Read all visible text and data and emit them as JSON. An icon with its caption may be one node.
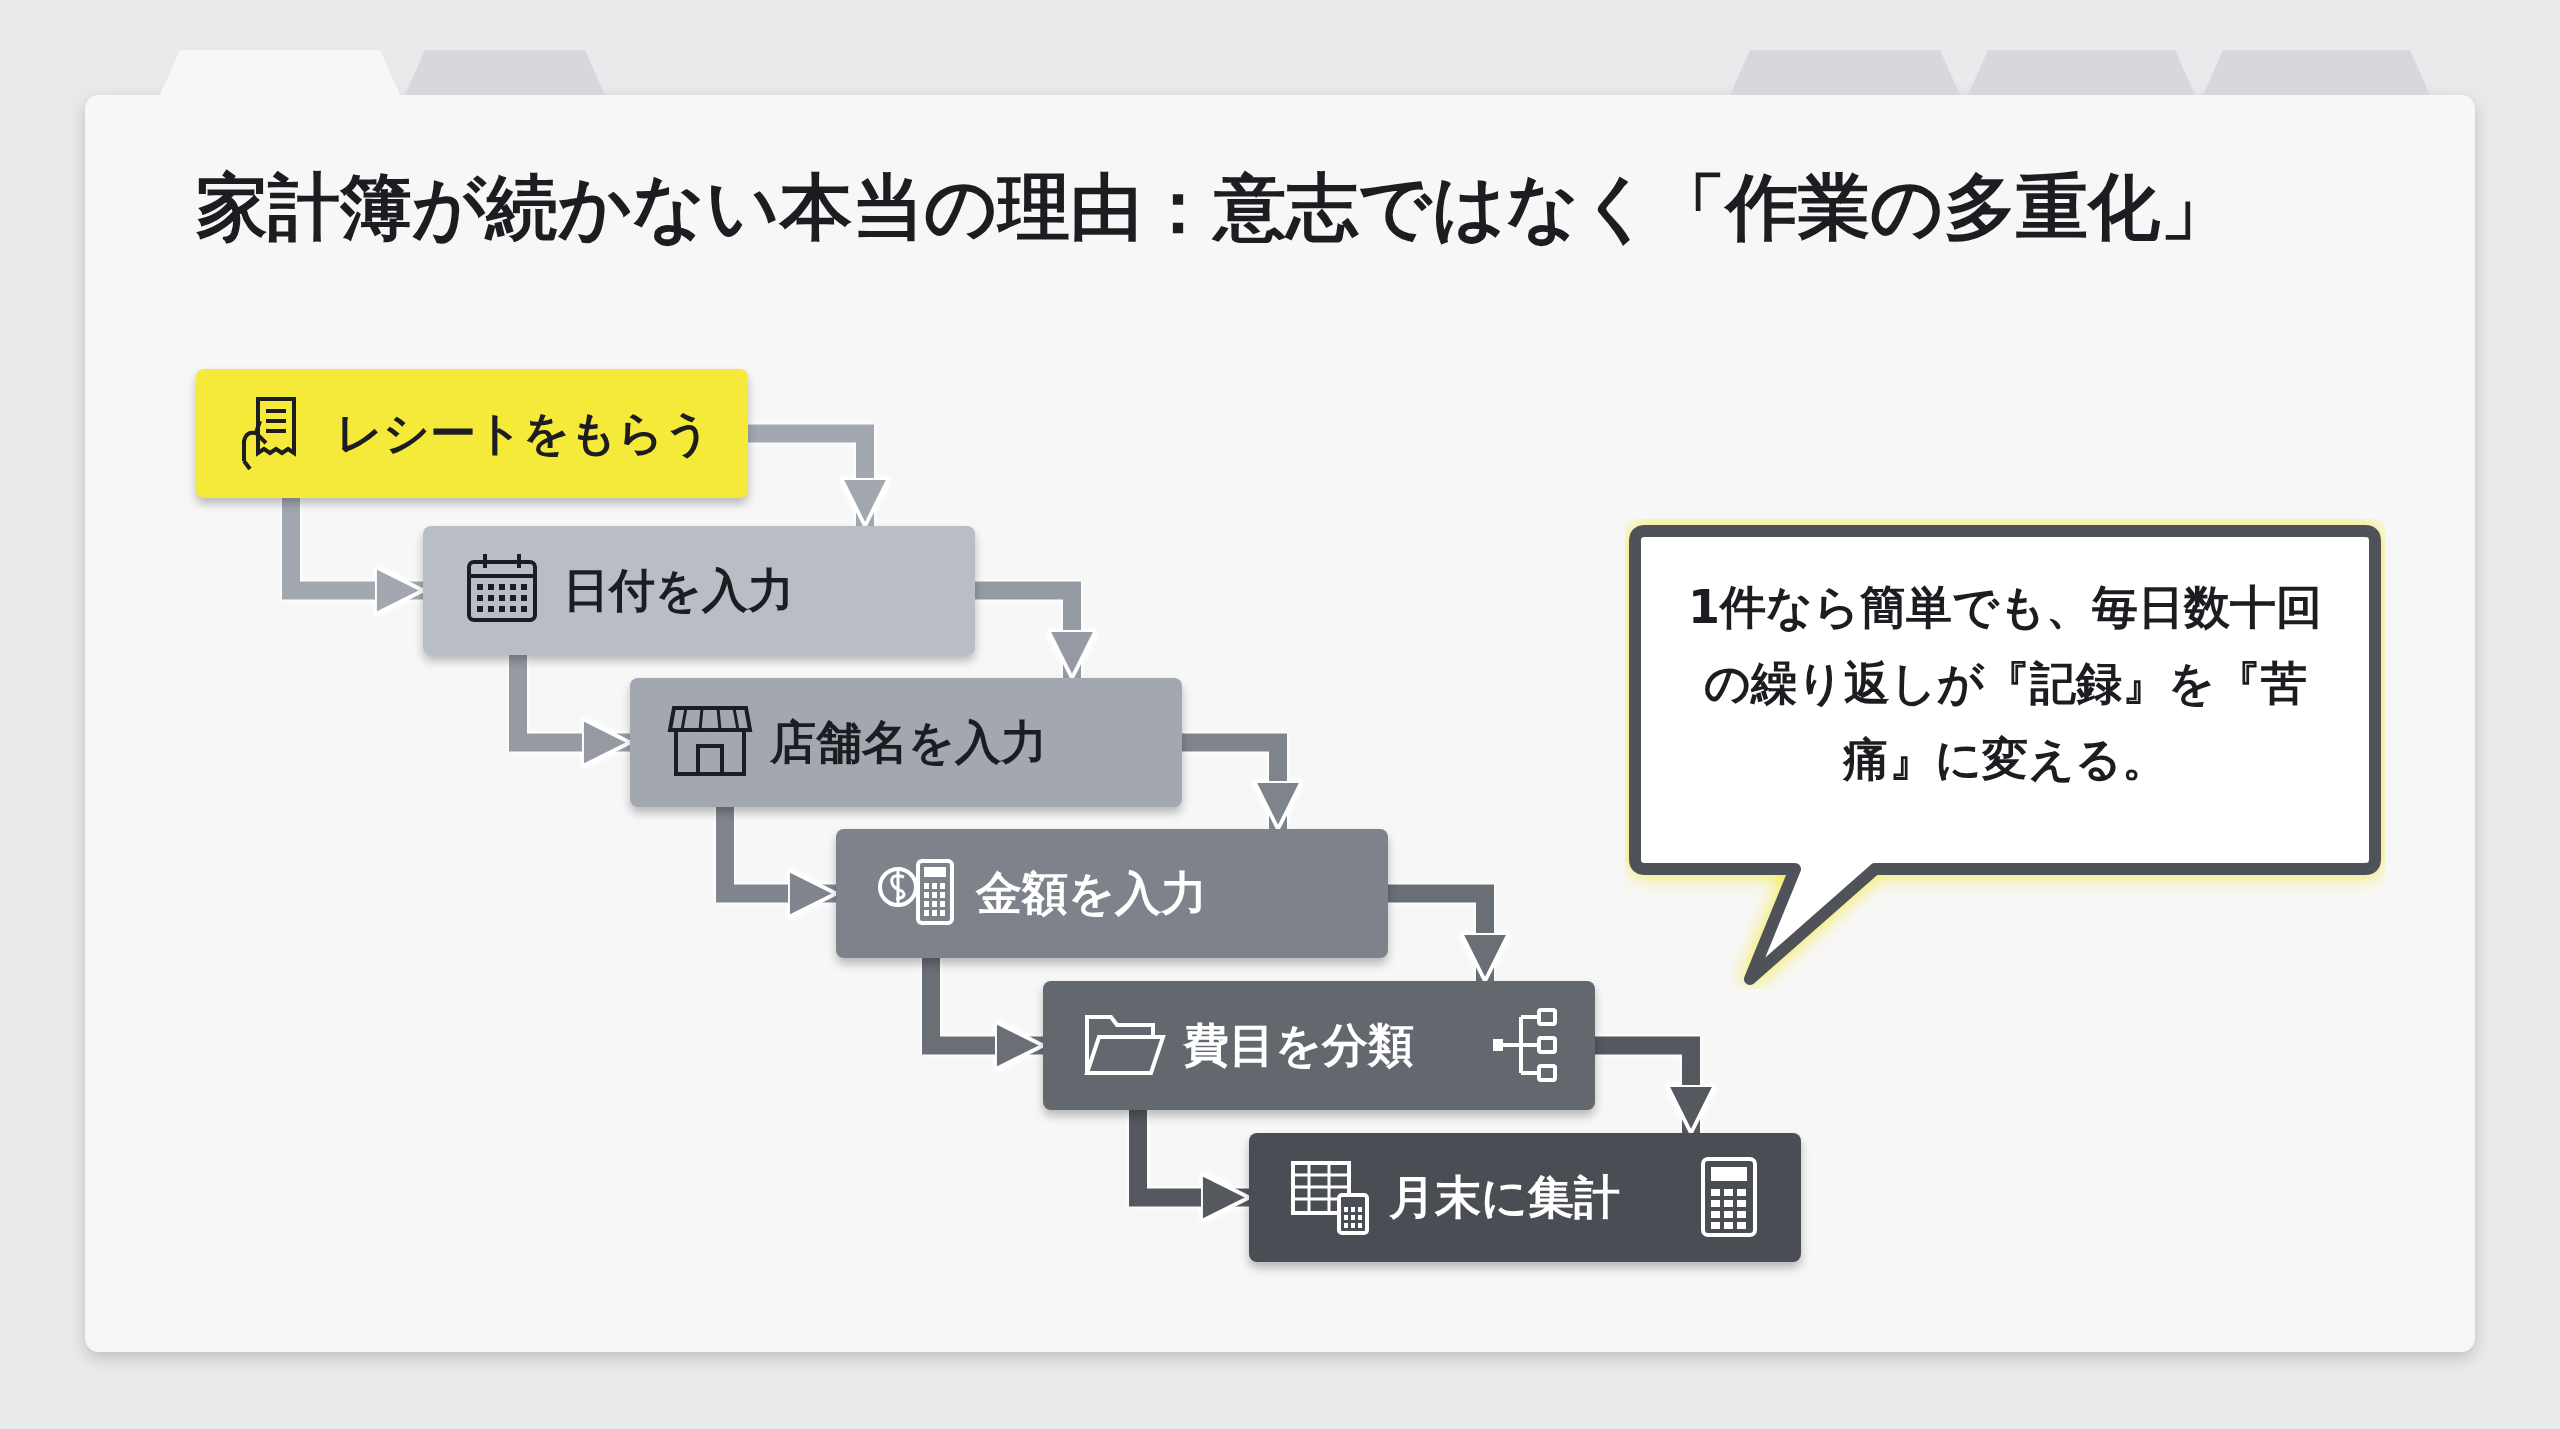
{
  "diagram": {
    "title": "家計簿が続かない本当の理由：意志ではなく「作業の多重化」",
    "nodes": [
      {
        "text": [
          "レシートをもらう"
        ]
      },
      {
        "text": [
          "日付を入力"
        ]
      },
      {
        "text": [
          "店舗名を入力"
        ]
      },
      {
        "text": [
          "金額を入力"
        ]
      },
      {
        "text": [
          "費目を分類"
        ]
      },
      {
        "text": [
          "月末に集計"
        ]
      },
      {
        "text": [
          "1件なら簡単でも、毎日数十回の繰り返しが『記録』を『苦痛』に変える。"
        ]
      }
    ],
    "edges": [
      {
        "from": 0,
        "to": 1,
        "arrow": "to"
      },
      {
        "from": 0,
        "to": 1,
        "arrow": "to"
      },
      {
        "from": 1,
        "to": 2,
        "arrow": "to"
      },
      {
        "from": 1,
        "to": 2,
        "arrow": "to"
      },
      {
        "from": 2,
        "to": 3,
        "arrow": "to"
      },
      {
        "from": 2,
        "to": 3,
        "arrow": "to"
      },
      {
        "from": 3,
        "to": 4,
        "arrow": "to"
      },
      {
        "from": 3,
        "to": 4,
        "arrow": "to"
      },
      {
        "from": 4,
        "to": 5,
        "arrow": "to"
      },
      {
        "from": 4,
        "to": 5,
        "arrow": "to"
      }
    ]
  }
}
